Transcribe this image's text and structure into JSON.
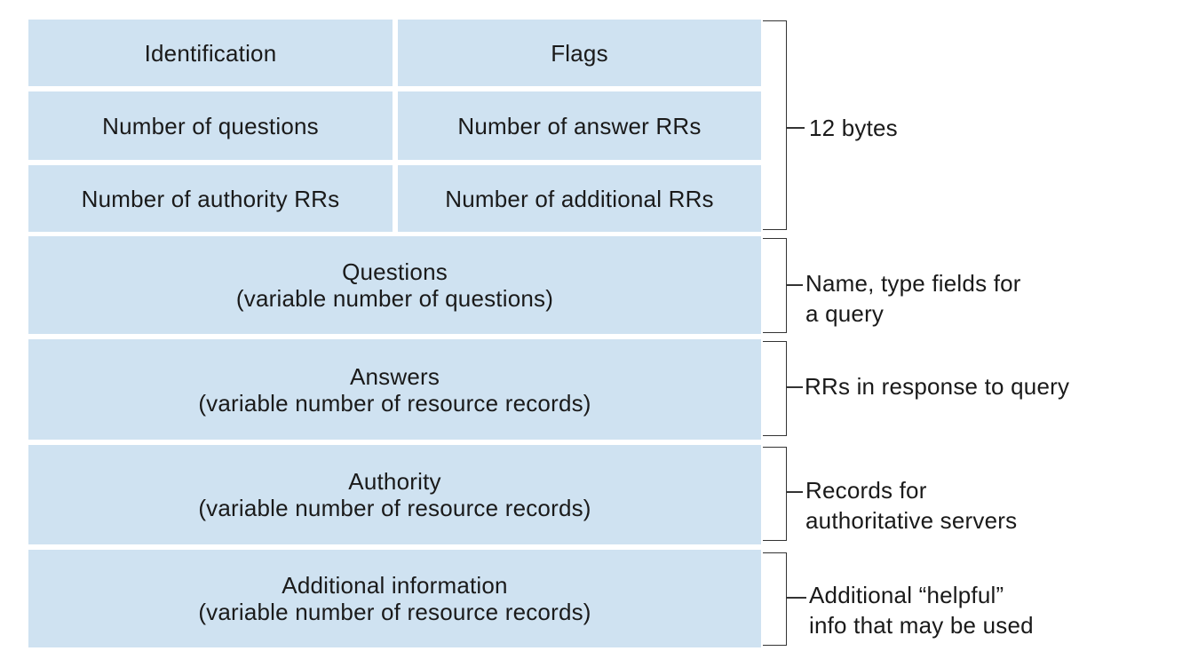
{
  "header": {
    "identification": "Identification",
    "flags": "Flags",
    "num_questions": "Number of questions",
    "num_answer_rrs": "Number of answer RRs",
    "num_authority_rrs": "Number of authority RRs",
    "num_additional_rrs": "Number of additional RRs"
  },
  "sections": {
    "questions": {
      "title": "Questions",
      "subtitle": "(variable number of questions)"
    },
    "answers": {
      "title": "Answers",
      "subtitle": "(variable number of resource records)"
    },
    "authority": {
      "title": "Authority",
      "subtitle": "(variable number of resource records)"
    },
    "additional": {
      "title": "Additional information",
      "subtitle": "(variable number of resource records)"
    }
  },
  "annotations": {
    "header_size": "12 bytes",
    "questions_line1": "Name, type fields for",
    "questions_line2": "a query",
    "answers_line1": "RRs in response to query",
    "authority_line1": "Records for",
    "authority_line2": "authoritative servers",
    "additional_line1": "Additional “helpful”",
    "additional_line2": "info that may be used"
  },
  "colors": {
    "field_fill": "#cfe2f1",
    "line": "#333333",
    "text": "#1a1a1a"
  }
}
